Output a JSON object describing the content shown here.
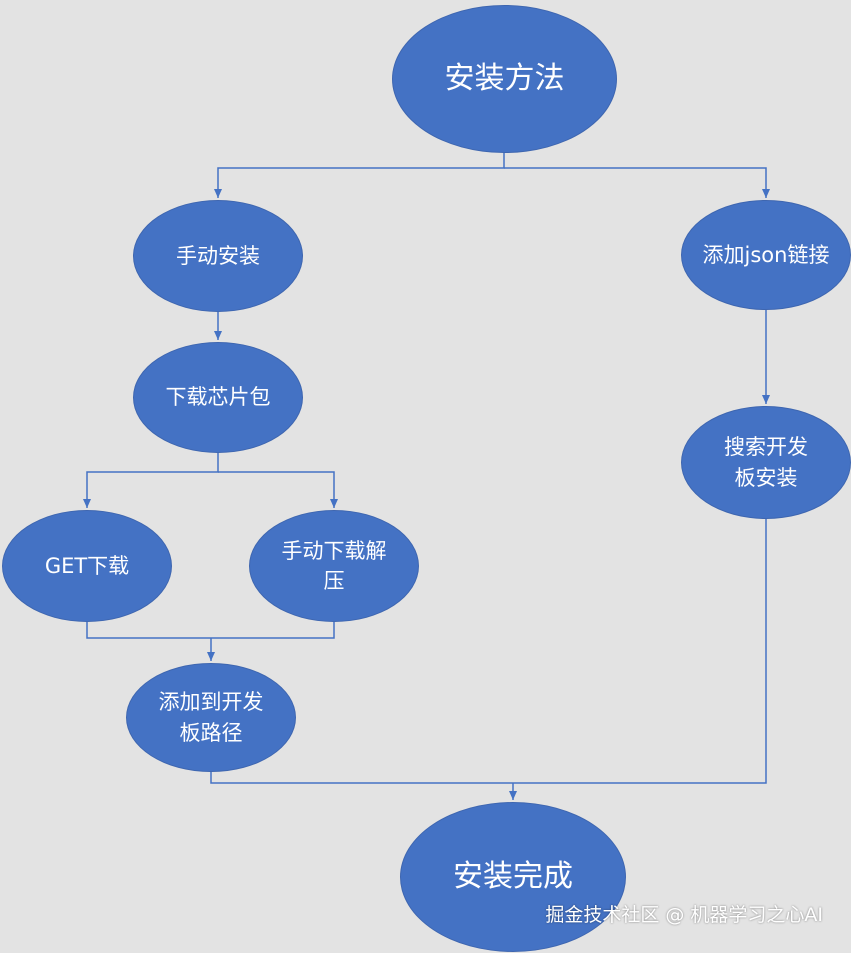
{
  "colors": {
    "background": "#e3e3e3",
    "node_fill": "#4472c4",
    "node_text": "#ffffff",
    "connector": "#4472c4"
  },
  "nodes": {
    "root": "安装方法",
    "manual": "手动安装",
    "download_pkg": "下载芯片包",
    "get_download": "GET下载",
    "manual_extract": "手动下载解压",
    "add_path": "添加到开发板路径",
    "add_json": "添加json链接",
    "search_install": "搜索开发板安装",
    "done": "安装完成"
  },
  "watermark": "掘金技术社区 @ 机器学习之心AI"
}
